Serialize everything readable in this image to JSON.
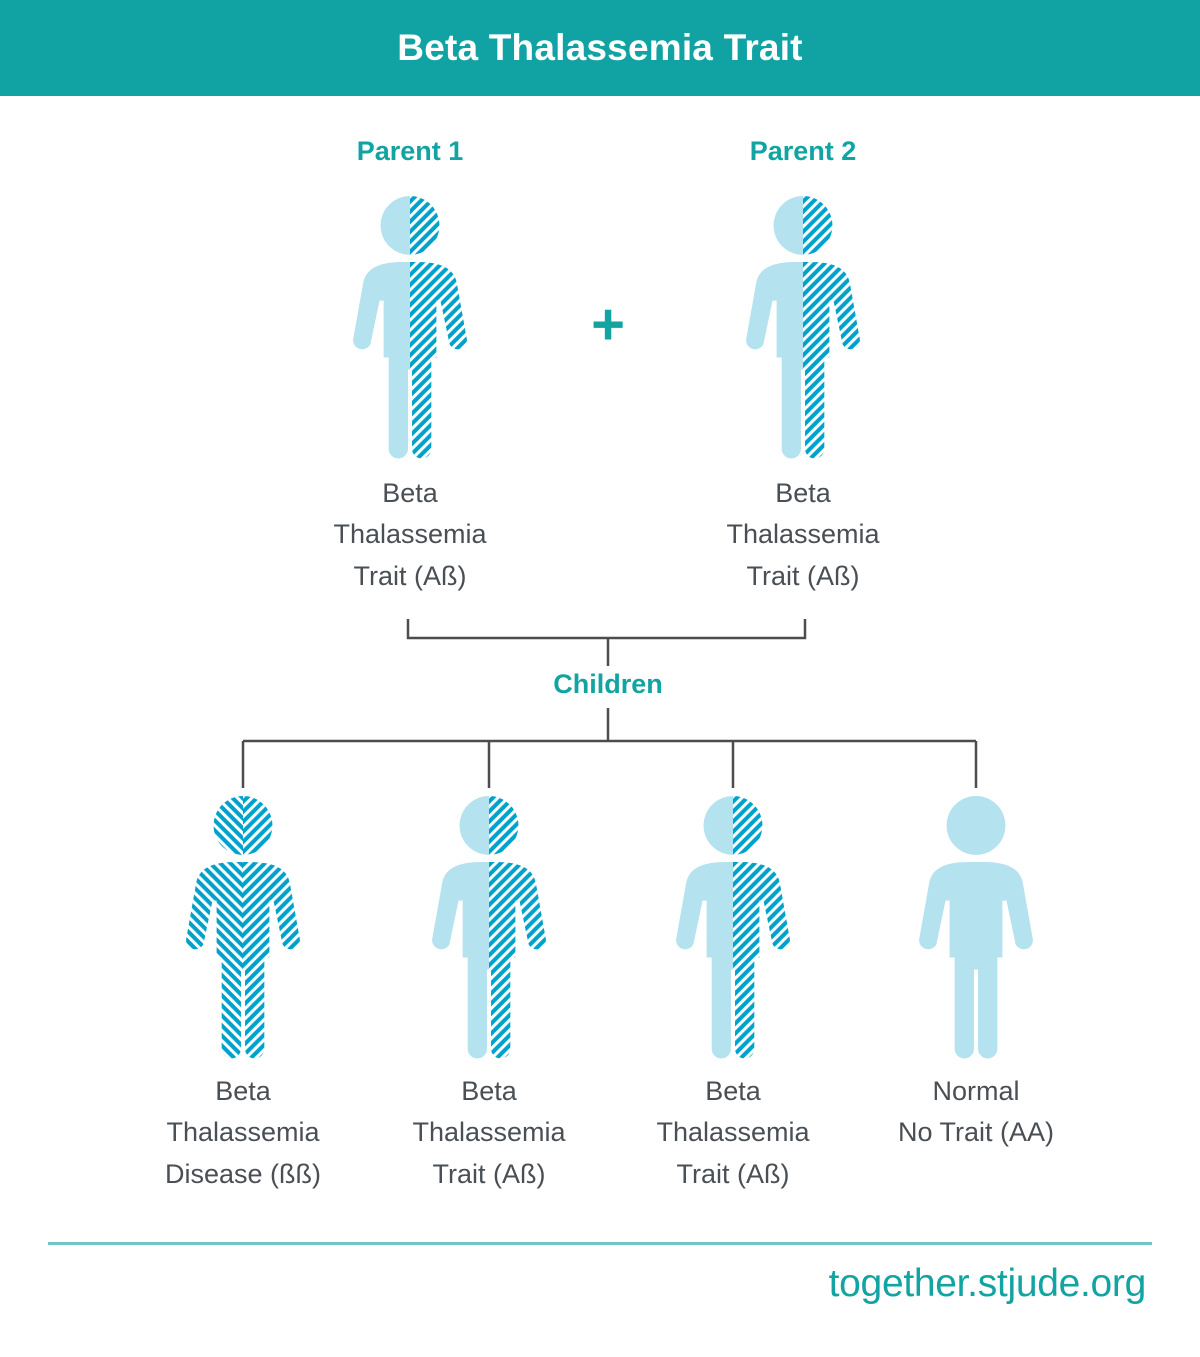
{
  "header": {
    "title": "Beta Thalassemia Trait",
    "bg_color": "#11A3A3",
    "text_color": "#ffffff"
  },
  "theme": {
    "teal": "#12A3A3",
    "light_blue": "#B5E2EF",
    "dark_blue": "#00A2CC",
    "hatch_line": "#ffffff",
    "line_gray": "#4D4D4D",
    "body_text": "#4A4F55"
  },
  "parents": {
    "plus_symbol": "+",
    "items": [
      {
        "heading": "Parent 1",
        "fill": "half-hatched",
        "caption_lines": [
          "Beta",
          "Thalassemia",
          "Trait (Aß)"
        ],
        "genotype": "Aß"
      },
      {
        "heading": "Parent 2",
        "fill": "half-hatched",
        "caption_lines": [
          "Beta",
          "Thalassemia",
          "Trait (Aß)"
        ],
        "genotype": "Aß"
      }
    ]
  },
  "children": {
    "heading": "Children",
    "items": [
      {
        "fill": "full-hatched",
        "caption_lines": [
          "Beta",
          "Thalassemia",
          "Disease (ßß)"
        ],
        "genotype": "ßß"
      },
      {
        "fill": "half-hatched",
        "caption_lines": [
          "Beta",
          "Thalassemia",
          "Trait (Aß)"
        ],
        "genotype": "Aß"
      },
      {
        "fill": "half-hatched",
        "caption_lines": [
          "Beta",
          "Thalassemia",
          "Trait (Aß)"
        ],
        "genotype": "Aß"
      },
      {
        "fill": "solid-light",
        "caption_lines": [
          "Normal",
          "No Trait (AA)"
        ],
        "genotype": "AA"
      }
    ]
  },
  "footer": {
    "url": "together.stjude.org",
    "rule_color": "#6FC4C4"
  }
}
